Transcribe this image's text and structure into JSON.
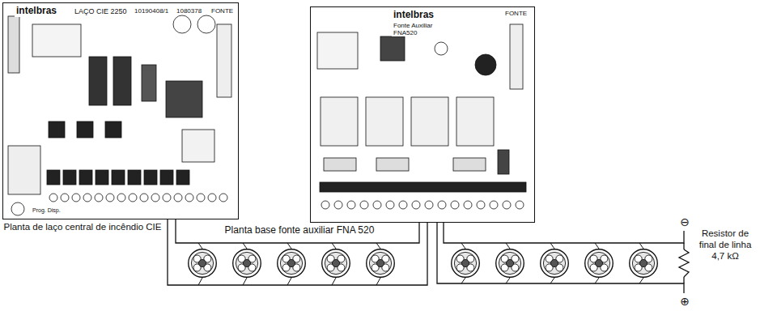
{
  "diagram": {
    "nodes": [
      {
        "text": [
          "intelbras",
          "LAÇO CIE 2250",
          "10190408/1",
          "1080378",
          "FONTE",
          "Prog. Disp."
        ]
      },
      {
        "text": [
          "intelbras",
          "Fonte Auxiliar FNA520",
          "FONTE"
        ]
      }
    ],
    "edges": [
      {
        "from": 0,
        "to": 1,
        "arrow": "none"
      }
    ],
    "labels": [
      "Planta de laço central de incêndio CIE",
      "Planta base fonte auxiliar FNA 520",
      "⊖",
      "Resistor de final de linha 4,7 kΩ",
      "⊕"
    ]
  }
}
